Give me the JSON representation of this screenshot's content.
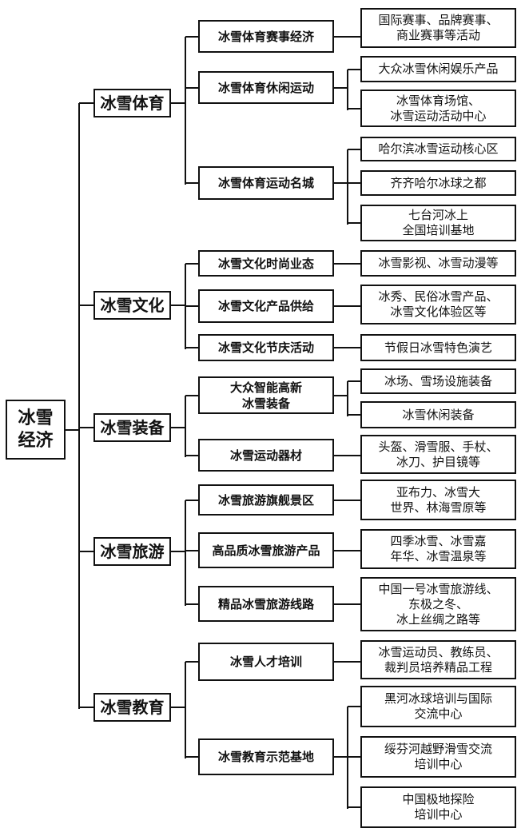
{
  "root": {
    "label": "冰雪\n经济"
  },
  "branches": [
    {
      "label": "冰雪体育",
      "children": [
        {
          "label": "冰雪体育赛事经济",
          "leaves": [
            "国际赛事、品牌赛事、\n商业赛事等活动"
          ]
        },
        {
          "label": "冰雪体育休闲运动",
          "leaves": [
            "大众冰雪休闲娱乐产品",
            "冰雪体育场馆、\n冰雪运动活动中心"
          ]
        },
        {
          "label": "冰雪体育运动名城",
          "leaves": [
            "哈尔滨冰雪运动核心区",
            "齐齐哈尔冰球之都",
            "七台河冰上\n全国培训基地"
          ]
        }
      ]
    },
    {
      "label": "冰雪文化",
      "children": [
        {
          "label": "冰雪文化时尚业态",
          "leaves": [
            "冰雪影视、冰雪动漫等"
          ]
        },
        {
          "label": "冰雪文化产品供给",
          "leaves": [
            "冰秀、民俗冰雪产品、\n冰雪文化体验区等"
          ]
        },
        {
          "label": "冰雪文化节庆活动",
          "leaves": [
            "节假日冰雪特色演艺"
          ]
        }
      ]
    },
    {
      "label": "冰雪装备",
      "children": [
        {
          "label": "大众智能高新\n冰雪装备",
          "leaves": [
            "冰场、雪场设施装备",
            "冰雪休闲装备"
          ]
        },
        {
          "label": "冰雪运动器材",
          "leaves": [
            "头盔、滑雪服、手杖、\n冰刀、护目镜等"
          ]
        }
      ]
    },
    {
      "label": "冰雪旅游",
      "children": [
        {
          "label": "冰雪旅游旗舰景区",
          "leaves": [
            "亚布力、冰雪大\n世界、林海雪原等"
          ]
        },
        {
          "label": "高品质冰雪旅游产品",
          "leaves": [
            "四季冰雪、冰雪嘉\n年华、冰雪温泉等"
          ]
        },
        {
          "label": "精品冰雪旅游线路",
          "leaves": [
            "中国一号冰雪旅游线、\n东极之冬、\n冰上丝绸之路等"
          ]
        }
      ]
    },
    {
      "label": "冰雪教育",
      "children": [
        {
          "label": "冰雪人才培训",
          "leaves": [
            "冰雪运动员、教练员、\n裁判员培养精品工程"
          ]
        },
        {
          "label": "冰雪教育示范基地",
          "leaves": [
            "黑河冰球培训与国际\n交流中心",
            "绥芬河越野滑雪交流\n培训中心",
            "中国极地探险\n培训中心"
          ]
        }
      ]
    }
  ]
}
